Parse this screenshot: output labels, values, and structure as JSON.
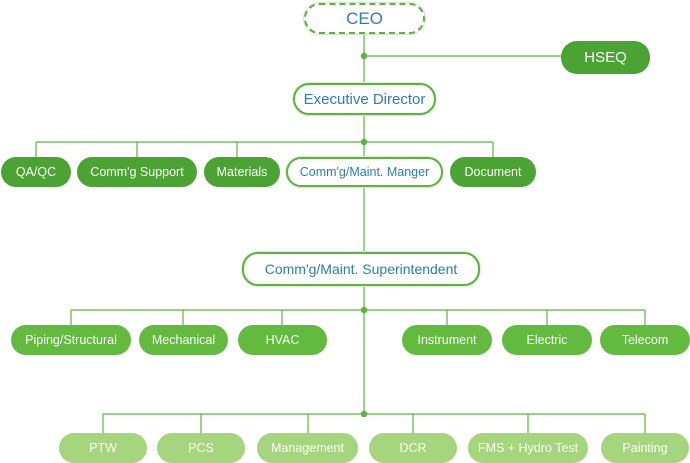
{
  "chart": {
    "ceo": "CEO",
    "hseq": "HSEQ",
    "executive_director": "Executive Director",
    "level2": [
      "QA/QC",
      "Comm'g Support",
      "Materials",
      "Comm'g/Maint. Manger",
      "Document"
    ],
    "superintendent": "Comm'g/Maint. Superintendent",
    "level4": [
      "Piping/Structural",
      "Mechanical",
      "HVAC",
      "Instrument",
      "Electric",
      "Telecom"
    ],
    "level5": [
      "PTW",
      "PCS",
      "Management",
      "DCR",
      "FMS + Hydro Test",
      "Painting"
    ]
  },
  "colors": {
    "line": "#5cb33e",
    "node_dark": "#4aa332",
    "node_mid": "#62bb3f",
    "node_light": "#a5d57c",
    "outline_text": "#2b7fa8"
  }
}
